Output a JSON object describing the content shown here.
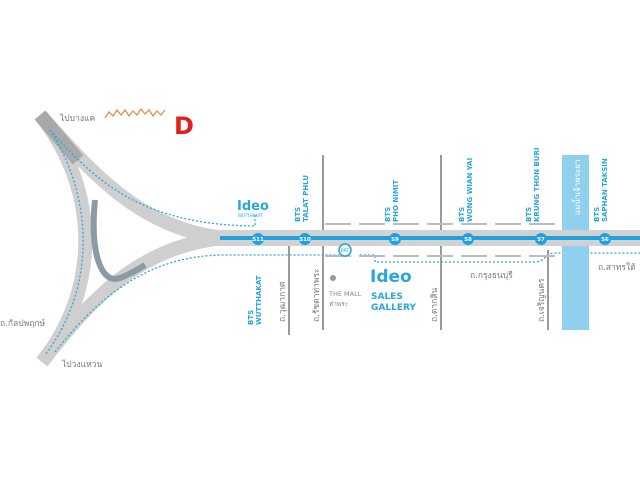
{
  "colors": {
    "bts": "#1ea1dc",
    "road": "#c9c9c9",
    "river": "#8fd0ee",
    "brand_d": "#e0211b",
    "ideo": "#2aa6dd"
  },
  "labels": {
    "to_bang_khae": "ไปบางแค",
    "to_ring_road": "ไปวงแหวน",
    "kalapaphruek_rd": "ถ.กัลปพฤกษ์",
    "wutthakat_rd": "ถ.วุฒากาศ",
    "ratchada_thapra_rd": "ถ.รัชดาท่าพระ",
    "taksin_rd": "ถ.ตากสิน",
    "krung_thonburi_rd": "ถ.กรุงธนบุรี",
    "charoen_nakhon_rd": "ถ.เจริญนคร",
    "sathorn_tai_rd": "ถ.สาทรใต้",
    "river": "แม่น้ำเจ้าพระยา",
    "the_mall": "THE MALL",
    "the_mall_sub": "ท่าพระ"
  },
  "ideo_wutthakat": {
    "logo": "Ideo",
    "sub": "WUTTHAKAT"
  },
  "ideo_gallery": {
    "logo": "Ideo",
    "line1": "SALES",
    "line2": "GALLERY"
  },
  "brand_logo": "D",
  "bts_labels": {
    "talat_phlu": [
      "BTS",
      "TALAT PHLU"
    ],
    "wutthakat": [
      "BTS",
      "WUTTHAKAT"
    ],
    "pho_nimit": [
      "BTS",
      "PHO NIMIT"
    ],
    "wong_wian_yai": [
      "BTS",
      "WONG WIAN YAI"
    ],
    "krung_thon_buri": [
      "BTS",
      "KRUNG THON BURI"
    ],
    "saphan_taksin": [
      "BTS",
      "SAPHAN TAKSIN"
    ]
  },
  "stations": [
    "S11",
    "S10",
    "S9",
    "S8",
    "S7",
    "S6"
  ],
  "brt": "BRT"
}
